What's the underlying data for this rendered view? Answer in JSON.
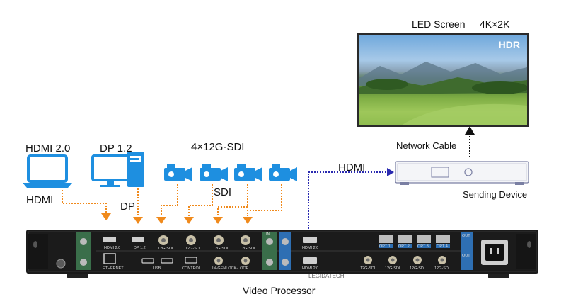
{
  "screen": {
    "title": "LED Screen",
    "resolution": "4K×2K",
    "badge": "HDR"
  },
  "sources": {
    "hdmi_device": "HDMI 2.0",
    "dp_device": "DP 1.2",
    "sdi_cameras": "4×12G-SDI"
  },
  "links": {
    "hdmi_in": "HDMI",
    "dp_in": "DP",
    "sdi_in": "SDI",
    "hdmi_out": "HDMI",
    "network": "Network Cable"
  },
  "devices": {
    "sending": "Sending Device",
    "processor": "Video Processor"
  },
  "panel": {
    "top_ports": [
      "HDMI 2.0",
      "DP 1.2",
      "12G-SDI",
      "12G-SDI",
      "12G-SDI",
      "12G-SDI"
    ],
    "bottom_ports": [
      "ETHERNET",
      "USB",
      "CONTROL",
      "IN-GENLOCK-LOOP"
    ],
    "out_top": "HDMI 2.0",
    "out_bottom": "HDMI 2.0",
    "sdi_out_ports": [
      "12G-SDI",
      "12G-SDI",
      "12G-SDI",
      "12G-SDI"
    ],
    "opt_ports": [
      "OPT 1",
      "OPT 2",
      "OPT 3",
      "OPT 4"
    ],
    "in_tag": "IN",
    "out_tag": "OUT",
    "brand": "LEGIDATECH"
  },
  "colors": {
    "device_blue": "#1e8fe0",
    "arrow_orange": "#f08a1c",
    "link_blue": "#2a2ab0",
    "panel_black": "#1b1b1b"
  }
}
